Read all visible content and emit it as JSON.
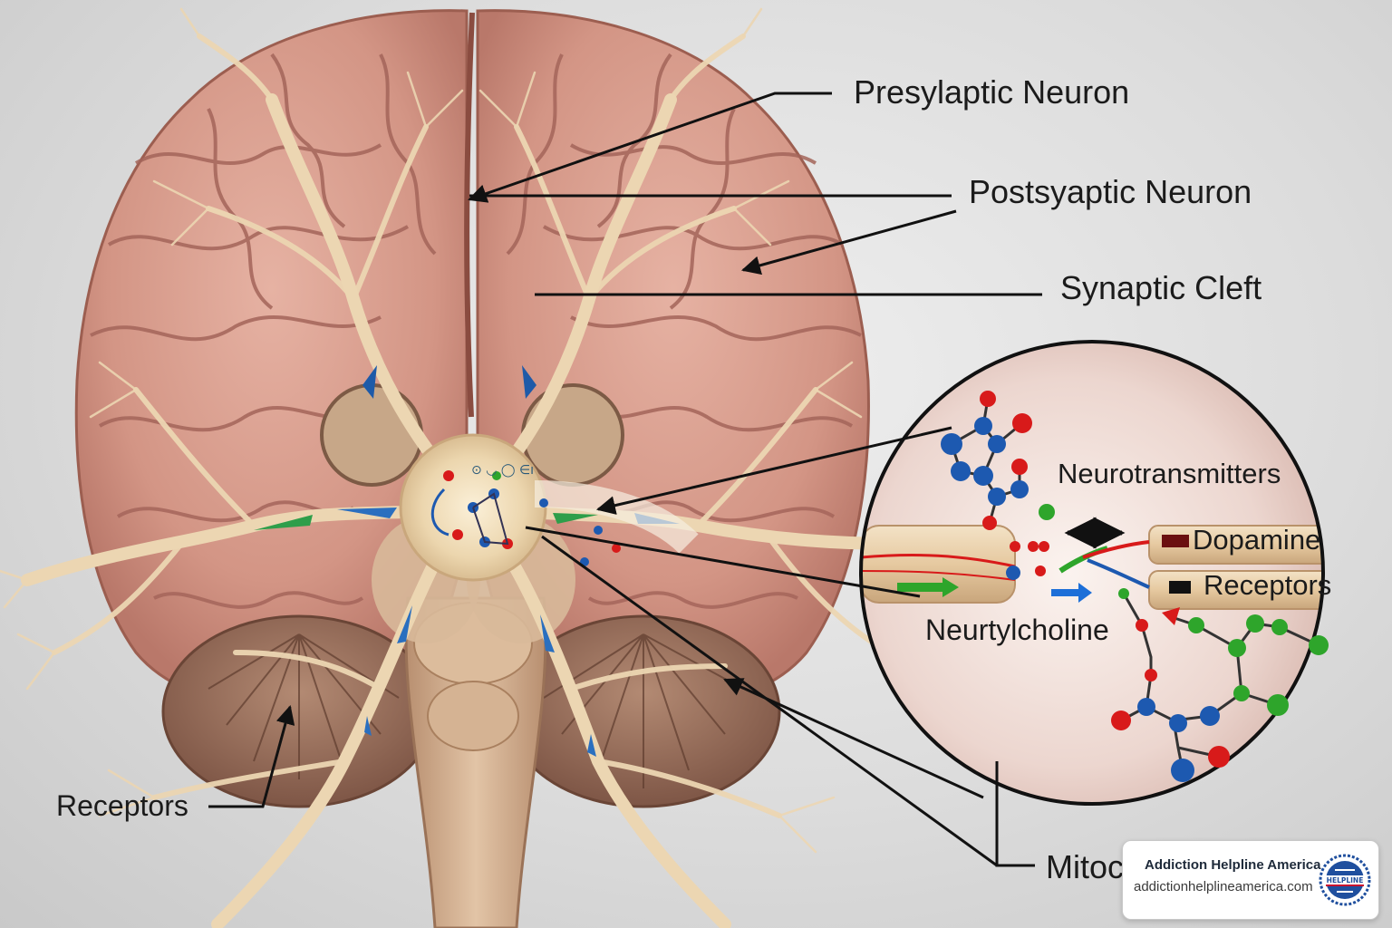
{
  "labels": {
    "presynaptic": "Presylaptic Neuron",
    "postsynaptic": "Postsyaptic Neuron",
    "cleft": "Synaptic Cleft",
    "neurotransmitters": "Neurotransmitters",
    "dopamine": "Dopamine",
    "receptors_right": "Receptors",
    "acetylcholine": "Neurtylcholine",
    "receptors_left": "Receptors",
    "mitochondria": "Mitoc",
    "tiny_caption": "⊙ ◡ ◯ ∈ı"
  },
  "badge": {
    "title": "Addiction Helpline America",
    "url": "addictionhelplineamerica.com",
    "logo_text": "HELPLINE"
  },
  "colors": {
    "brain": "#d9a092",
    "brain_shadow": "#a8685a",
    "neuron": "#ecd8b8",
    "cerebellum": "#9c7460",
    "stem": "#cfac8e",
    "molecule_red": "#d81a1a",
    "molecule_blue": "#1d59b0",
    "molecule_green": "#2ea52b",
    "badge_blue": "#1f4f9e"
  }
}
